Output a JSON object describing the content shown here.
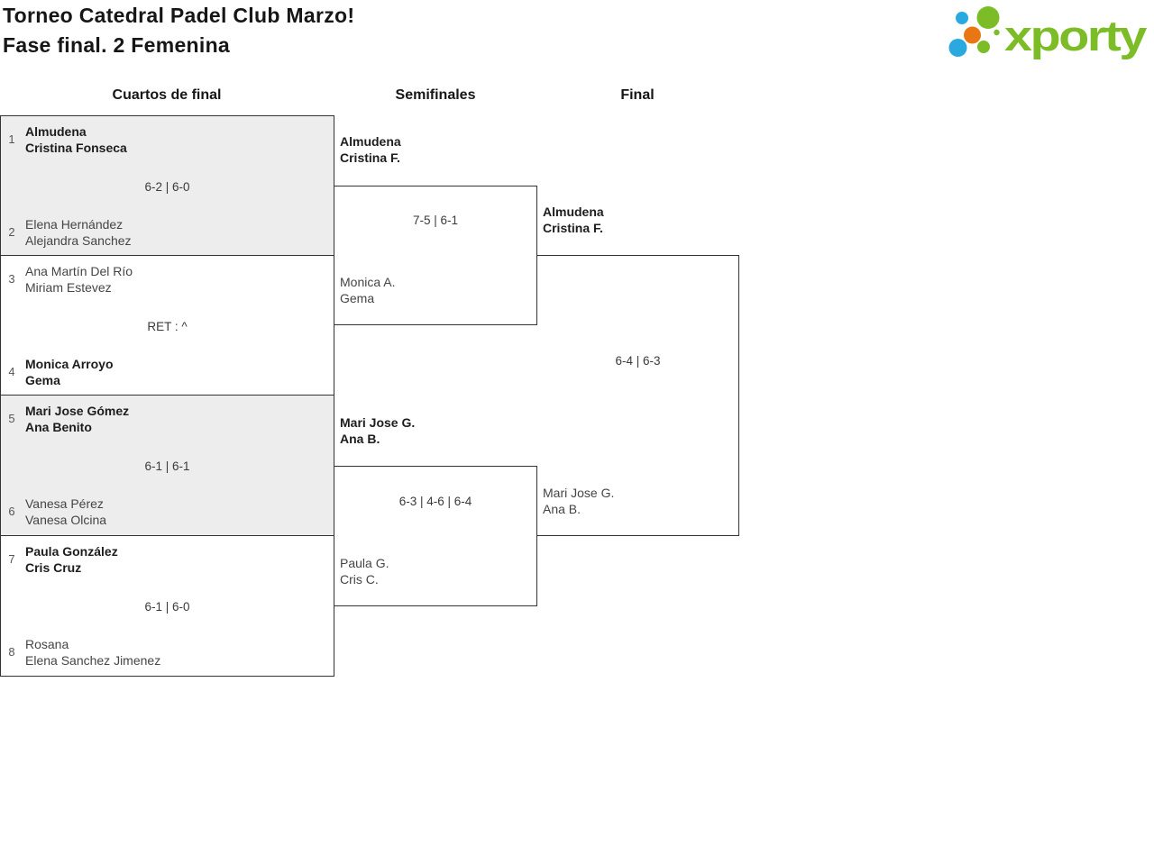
{
  "header": {
    "title_line1": "Torneo Catedral Padel Club Marzo!",
    "title_line2": "Fase final. 2 Femenina",
    "logo_text": "xporty"
  },
  "columns": {
    "quarterfinals_label": "Cuartos de final",
    "semifinals_label": "Semifinales",
    "final_label": "Final"
  },
  "colors": {
    "brand_green": "#7bbc27",
    "brand_blue": "#29a9e0",
    "brand_orange": "#e87613",
    "bracket_border": "#333333",
    "match_alt_bg": "#ededed"
  },
  "bracket": {
    "quarterfinals": [
      {
        "seed_top": "1",
        "team_top": [
          "Almudena",
          "Cristina Fonseca"
        ],
        "top_winner": true,
        "score": "6-2 | 6-0",
        "seed_bottom": "2",
        "team_bottom": [
          "Elena Hernández",
          "Alejandra Sanchez"
        ],
        "bottom_winner": false
      },
      {
        "seed_top": "3",
        "team_top": [
          "Ana Martín Del Río",
          "Miriam Estevez"
        ],
        "top_winner": false,
        "score": "RET : ^",
        "seed_bottom": "4",
        "team_bottom": [
          "Monica Arroyo",
          "Gema"
        ],
        "bottom_winner": true
      },
      {
        "seed_top": "5",
        "team_top": [
          "Mari Jose Gómez",
          "Ana Benito"
        ],
        "top_winner": true,
        "score": "6-1 | 6-1",
        "seed_bottom": "6",
        "team_bottom": [
          "Vanesa Pérez",
          "Vanesa Olcina"
        ],
        "bottom_winner": false
      },
      {
        "seed_top": "7",
        "team_top": [
          "Paula González",
          "Cris Cruz"
        ],
        "top_winner": true,
        "score": "6-1 | 6-0",
        "seed_bottom": "8",
        "team_bottom": [
          "Rosana",
          "Elena Sanchez Jimenez"
        ],
        "bottom_winner": false
      }
    ],
    "semifinals": [
      {
        "team_top": [
          "Almudena",
          "Cristina F."
        ],
        "top_winner": true,
        "score": "7-5 | 6-1",
        "team_bottom": [
          "Monica A.",
          "Gema"
        ],
        "bottom_winner": false
      },
      {
        "team_top": [
          "Mari Jose G.",
          "Ana B."
        ],
        "top_winner": true,
        "score": "6-3 | 4-6 | 6-4",
        "team_bottom": [
          "Paula G.",
          "Cris C."
        ],
        "bottom_winner": false
      }
    ],
    "final": {
      "team_top": [
        "Almudena",
        "Cristina F."
      ],
      "top_winner": true,
      "score": "6-4 | 6-3",
      "team_bottom": [
        "Mari Jose G.",
        "Ana B."
      ],
      "bottom_winner": false
    }
  }
}
